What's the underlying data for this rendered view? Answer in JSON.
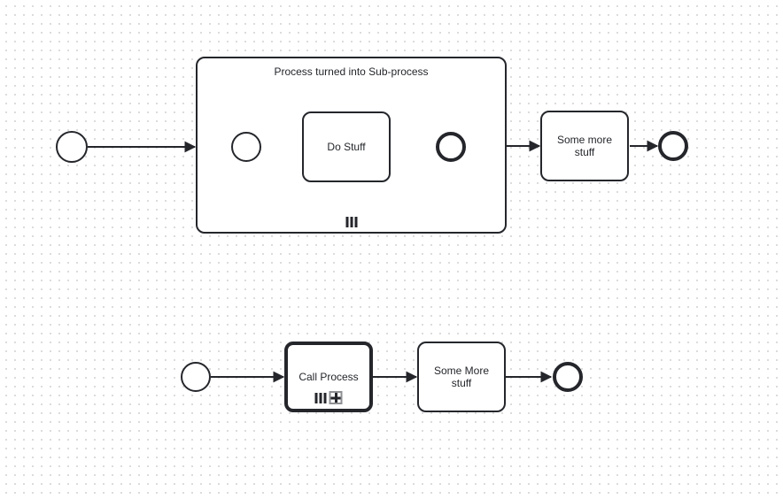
{
  "canvas": {
    "background_color": "#ffffff",
    "grid_dot_color": "#d5d5d5",
    "stroke_color": "#24262b"
  },
  "top_flow": {
    "start_event": "start-event",
    "subprocess": {
      "title": "Process turned into Sub-process",
      "marker": "parallel-multi-instance",
      "start_event": "start-event",
      "task_label": "Do Stuff",
      "end_event": "end-event"
    },
    "task_label": "Some more stuff",
    "end_event": "end-event"
  },
  "bottom_flow": {
    "start_event": "start-event",
    "call_activity": {
      "label": "Call Process",
      "markers": [
        "parallel-multi-instance",
        "collapsed-subprocess"
      ]
    },
    "task_label": "Some More stuff",
    "end_event": "end-event"
  }
}
